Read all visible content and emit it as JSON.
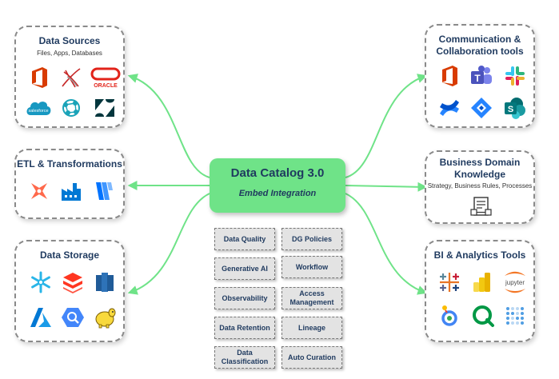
{
  "colors": {
    "hub_fill": "#6fe388",
    "connector": "#6fe388",
    "title_text": "#1f3a5f",
    "feature_fill": "#e3e3e3"
  },
  "hub": {
    "title": "Data Catalog 3.0",
    "subtitle": "Embed Integration"
  },
  "panels": {
    "data_sources": {
      "title": "Data Sources",
      "subtitle": "Files, Apps, Databases",
      "icons": [
        "office-icon",
        "sql-server-icon",
        "oracle-icon",
        "salesforce-icon",
        "network-app-icon",
        "zendesk-icon"
      ],
      "oracle_text": "ORACLE",
      "salesforce_text": "salesforce"
    },
    "etl": {
      "title": "ETL & Transformations",
      "icons": [
        "dbt-icon",
        "data-factory-icon",
        "fivetran-icon"
      ]
    },
    "data_storage": {
      "title": "Data Storage",
      "icons": [
        "snowflake-icon",
        "databricks-icon",
        "redshift-icon",
        "azure-icon",
        "bigquery-icon",
        "hadoop-icon"
      ]
    },
    "communication": {
      "title_line1": "Communication &",
      "title_line2": "Collaboration tools",
      "icons": [
        "office-icon",
        "teams-icon",
        "slack-icon",
        "confluence-icon",
        "jira-icon",
        "sharepoint-icon"
      ]
    },
    "business": {
      "title_line1": "Business Domain",
      "title_line2": "Knowledge",
      "subtitle": "Strategy, Business Rules, Processes",
      "icons": [
        "document-process-icon"
      ]
    },
    "bi": {
      "title": "BI & Analytics Tools",
      "icons": [
        "tableau-icon",
        "power-bi-icon",
        "jupyter-icon",
        "looker-icon",
        "qlik-icon",
        "metabase-icon"
      ],
      "jupyter_text": "jupyter"
    }
  },
  "features": [
    "Data Quality",
    "DG Policies",
    "Generative AI",
    "Workflow",
    "Observability",
    "Access Management",
    "Data Retention",
    "Lineage",
    "Data Classification",
    "Auto Curation"
  ]
}
